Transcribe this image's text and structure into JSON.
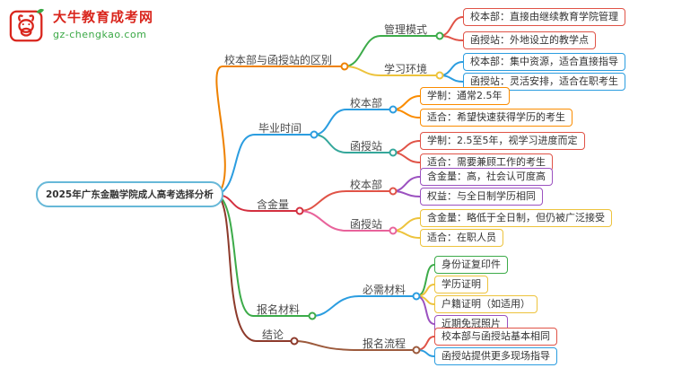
{
  "logo": {
    "brand": "大牛教育成考网",
    "domain": "gz-chengkao.com",
    "brand_color": "#d9251c",
    "domain_color": "#3aa845"
  },
  "root": {
    "label": "2025年广东金融学院成人高考选择分析",
    "color": "#67b8d8"
  },
  "branches": [
    {
      "label": "校本部与函授站的区别",
      "color": "#ee8100",
      "children": [
        {
          "label": "管理模式",
          "color": "#3cab49",
          "leaves": [
            {
              "label": "校本部：直接由继续教育学院管理",
              "color": "#e05347"
            },
            {
              "label": "函授站：外地设立的教学点",
              "color": "#e05347"
            }
          ]
        },
        {
          "label": "学习环境",
          "color": "#edc33c",
          "leaves": [
            {
              "label": "校本部：集中资源，适合直接指导",
              "color": "#2b9de0"
            },
            {
              "label": "函授站：灵活安排，适合在职考生",
              "color": "#2b9de0"
            }
          ]
        }
      ]
    },
    {
      "label": "毕业时间",
      "color": "#2b9de0",
      "children": [
        {
          "label": "校本部",
          "color": "#2b9de0",
          "leaves": [
            {
              "label": "学制：通常2.5年",
              "color": "#f occhi"
            },
            {
              "label": "适合：希望快速获得学历的考生",
              "color": "#fb8c00"
            }
          ]
        },
        {
          "label": "函授站",
          "color": "#35a79b",
          "leaves": [
            {
              "label": "学制：2.5至5年，视学习进度而定",
              "color": "#e05347"
            },
            {
              "label": "适合：需要兼顾工作的考生",
              "color": "#e05347"
            }
          ]
        }
      ]
    },
    {
      "label": "含金量",
      "color": "#d32f3f",
      "children": [
        {
          "label": "校本部",
          "color": "#e05347",
          "leaves": [
            {
              "label": "含金量：高，社会认可度高",
              "color": "#9b51c0"
            },
            {
              "label": "权益：与全日制学历相同",
              "color": "#9b51c0"
            }
          ]
        },
        {
          "label": "函授站",
          "color": "#e8639b",
          "leaves": [
            {
              "label": "含金量：略低于全日制，但仍被广泛接受",
              "color": "#edc33c"
            },
            {
              "label": "适合：在职人员",
              "color": "#edc33c"
            }
          ]
        }
      ]
    },
    {
      "label": "报名材料",
      "color": "#3cab49",
      "children": [
        {
          "label": "必需材料",
          "color": "#2b9de0",
          "leaves": [
            {
              "label": "身份证复印件",
              "color": "#3cab49"
            },
            {
              "label": "学历证明",
              "color": "#edc33c"
            },
            {
              "label": "户籍证明（如适用）",
              "color": "#edc33c"
            },
            {
              "label": "近期免冠照片",
              "color": "#9b51c0"
            }
          ]
        }
      ]
    },
    {
      "label": "结论",
      "color": "#8d3a2b",
      "children": [
        {
          "label": "报名流程",
          "color": "#9c5a3c",
          "leaves": [
            {
              "label": "校本部与函授站基本相同",
              "color": "#e05347"
            },
            {
              "label": "函授站提供更多现场指导",
              "color": "#2b9de0"
            }
          ]
        }
      ]
    }
  ]
}
